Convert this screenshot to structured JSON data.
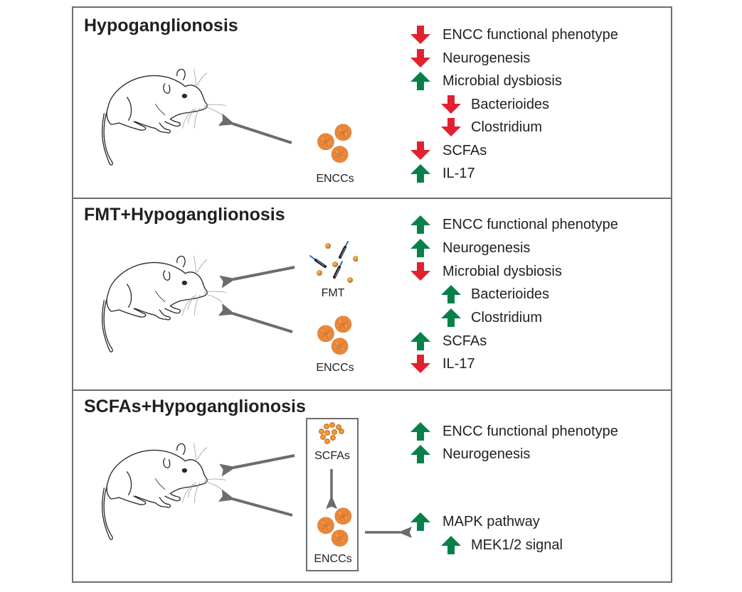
{
  "colors": {
    "up": "#08804a",
    "down": "#e3202f",
    "arrow_gray": "#6f6b68",
    "border": "#6d6e70",
    "encc_orange": "#e8873a",
    "scfa_orange": "#f2a033"
  },
  "panels": [
    {
      "title": "Hypoganglionosis",
      "inputs": [
        {
          "label": "ENCCs",
          "icon": "encc-cluster-icon"
        }
      ],
      "effects": [
        {
          "label": "ENCC functional phenotype",
          "direction": "down",
          "level": 0
        },
        {
          "label": "Neurogenesis",
          "direction": "down",
          "level": 0
        },
        {
          "label": "Microbial dysbiosis",
          "direction": "up",
          "level": 0
        },
        {
          "label": "Bacterioides",
          "direction": "down",
          "level": 1
        },
        {
          "label": "Clostridium",
          "direction": "down",
          "level": 1
        },
        {
          "label": "SCFAs",
          "direction": "down",
          "level": 0
        },
        {
          "label": "IL-17",
          "direction": "up",
          "level": 0
        }
      ]
    },
    {
      "title": "FMT+Hypoganglionosis",
      "inputs": [
        {
          "label": "FMT",
          "icon": "fmt-microbes-icon"
        },
        {
          "label": "ENCCs",
          "icon": "encc-cluster-icon"
        }
      ],
      "effects": [
        {
          "label": "ENCC functional phenotype",
          "direction": "up",
          "level": 0
        },
        {
          "label": "Neurogenesis",
          "direction": "up",
          "level": 0
        },
        {
          "label": "Microbial dysbiosis",
          "direction": "down",
          "level": 0
        },
        {
          "label": "Bacterioides",
          "direction": "up",
          "level": 1
        },
        {
          "label": "Clostridium",
          "direction": "up",
          "level": 1
        },
        {
          "label": "SCFAs",
          "direction": "up",
          "level": 0
        },
        {
          "label": "IL-17",
          "direction": "down",
          "level": 0
        }
      ]
    },
    {
      "title": "SCFAs+Hypoganglionosis",
      "inputs": [
        {
          "label": "SCFAs",
          "icon": "scfa-particles-icon"
        },
        {
          "label": "ENCCs",
          "icon": "encc-cluster-icon"
        }
      ],
      "effects": [
        {
          "label": "ENCC functional phenotype",
          "direction": "up",
          "level": 0
        },
        {
          "label": "Neurogenesis",
          "direction": "up",
          "level": 0
        }
      ],
      "pathway_effects": [
        {
          "label": "MAPK pathway",
          "direction": "up",
          "level": 0
        },
        {
          "label": "MEK1/2 signal",
          "direction": "up",
          "level": 1
        }
      ]
    }
  ]
}
